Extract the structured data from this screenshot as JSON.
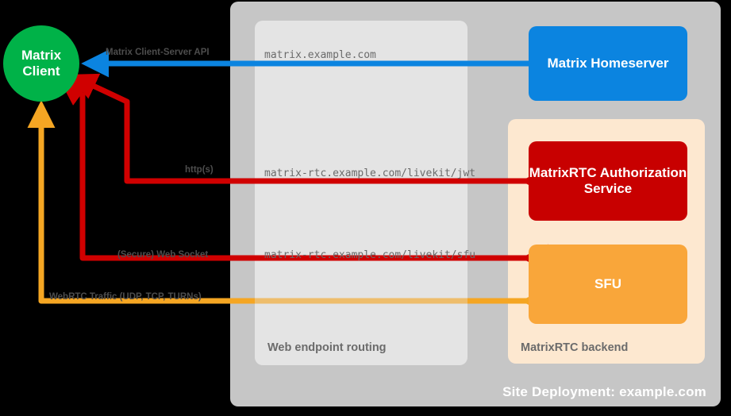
{
  "site": {
    "label": "Site Deployment: example.com",
    "bg_color": "#c6c6c6"
  },
  "routing": {
    "label": "Web endpoint routing",
    "bg_color": "#e4e4e4"
  },
  "backend": {
    "label": "MatrixRTC backend",
    "bg_color": "#fde8d0"
  },
  "nodes": {
    "client": {
      "line1": "Matrix",
      "line2": "Client",
      "color": "#00b248"
    },
    "homeserver": {
      "label": "Matrix Homeserver",
      "color": "#0b84e0"
    },
    "auth_service": {
      "label": "MatrixRTC Authorization Service",
      "color": "#c80000"
    },
    "sfu": {
      "label": "SFU",
      "color": "#f9a63a"
    }
  },
  "edges": [
    {
      "id": "cs-api",
      "protocol_label": "Matrix Client-Server API",
      "url_label": "matrix.example.com",
      "color": "#0b84e0"
    },
    {
      "id": "jwt",
      "protocol_label": "http(s)",
      "url_label": "matrix-rtc.example.com/livekit/jwt",
      "color": "#d00000"
    },
    {
      "id": "sfu-ws",
      "protocol_label": "(Secure) Web Socket",
      "url_label": "matrix-rtc.example.com/livekit/sfu",
      "color": "#d00000"
    },
    {
      "id": "webrtc",
      "protocol_label": "WebRTC Traffic (UDP, TCP, TURNs)",
      "url_label": "",
      "color": "#f5a623"
    }
  ]
}
